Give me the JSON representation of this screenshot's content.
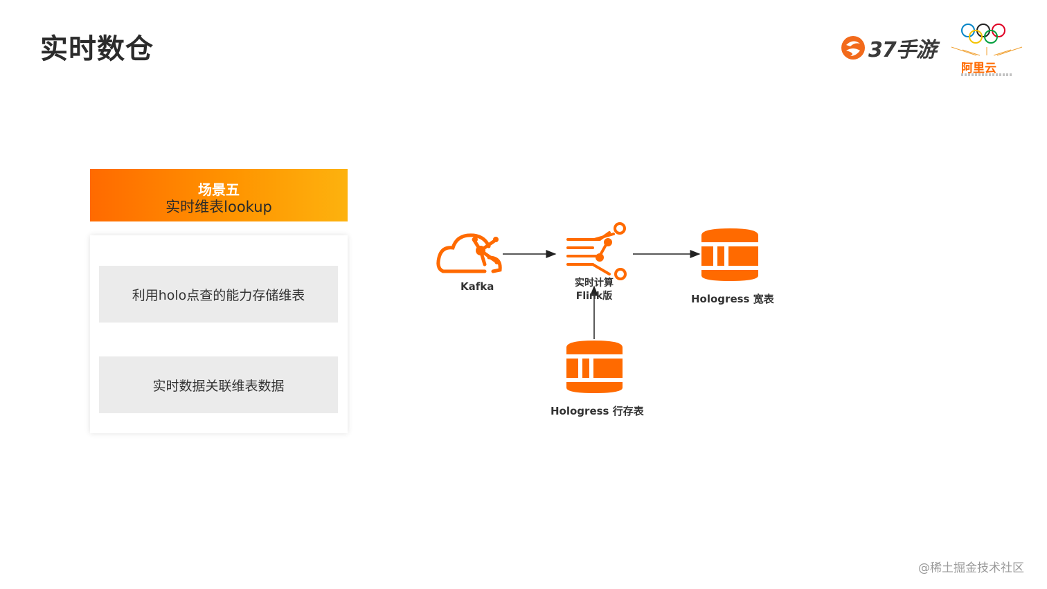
{
  "slide": {
    "title": "实时数仓",
    "watermark": "@稀土掘金技术社区"
  },
  "logos": {
    "brand_text": "37手游",
    "partner_text": "阿里云"
  },
  "scene": {
    "heading": "场景五",
    "subheading": "实时维表lookup",
    "features": [
      "利用holo点查的能力存储维表",
      "实时数据关联维表数据"
    ]
  },
  "diagram": {
    "nodes": [
      {
        "id": "kafka",
        "label": "Kafka",
        "icon": "kafka-cloud-icon"
      },
      {
        "id": "flink",
        "label_line1": "实时计算",
        "label_line2": "Flink版",
        "icon": "flink-compute-icon"
      },
      {
        "id": "wide",
        "label": "Hologress 宽表",
        "icon": "database-icon"
      },
      {
        "id": "row",
        "label": "Hologress 行存表",
        "icon": "database-icon"
      }
    ],
    "edges": [
      {
        "from": "kafka",
        "to": "flink"
      },
      {
        "from": "flink",
        "to": "wide"
      },
      {
        "from": "row",
        "to": "flink"
      }
    ],
    "accent_color": "#ff6a00"
  }
}
